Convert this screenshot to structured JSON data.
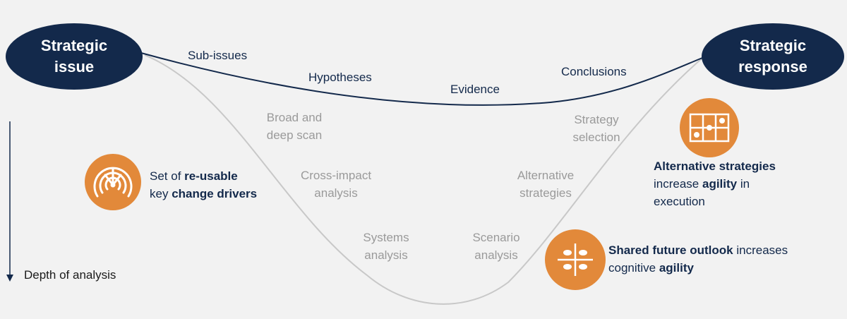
{
  "nodes": {
    "start": "Strategic\nissue",
    "end": "Strategic\nresponse"
  },
  "upper_path": [
    "Sub-issues",
    "Hypotheses",
    "Evidence",
    "Conclusions"
  ],
  "lower_path": {
    "broad_scan": "Broad and\ndeep scan",
    "cross_impact": "Cross-impact\nanalysis",
    "systems": "Systems\nanalysis",
    "scenario": "Scenario\nanalysis",
    "alternative": "Alternative\nstrategies",
    "selection": "Strategy\nselection"
  },
  "callouts": {
    "drivers": {
      "line1_a": "Set of ",
      "line1_b": "re-usable",
      "line2_a": "key ",
      "line2_b": "change drivers",
      "icon": "radar-icon"
    },
    "strategies": {
      "line1": "Alternative strategies",
      "line2_a": "increase ",
      "line2_b": "agility",
      "line2_c": " in",
      "line3": "execution",
      "icon": "grid-options-icon"
    },
    "outlook": {
      "line1_a": "Shared future outlook",
      "line1_b": " increases",
      "line2_a": "cognitive ",
      "line2_b": "agility",
      "icon": "scenario-quadrant-icon"
    }
  },
  "axis": {
    "label": "Depth of analysis"
  },
  "colors": {
    "navy": "#13294b",
    "orange": "#e2893a",
    "grey_line": "#c8c8c8",
    "grey_text": "#9a9a9a",
    "background": "#f2f2f2"
  }
}
